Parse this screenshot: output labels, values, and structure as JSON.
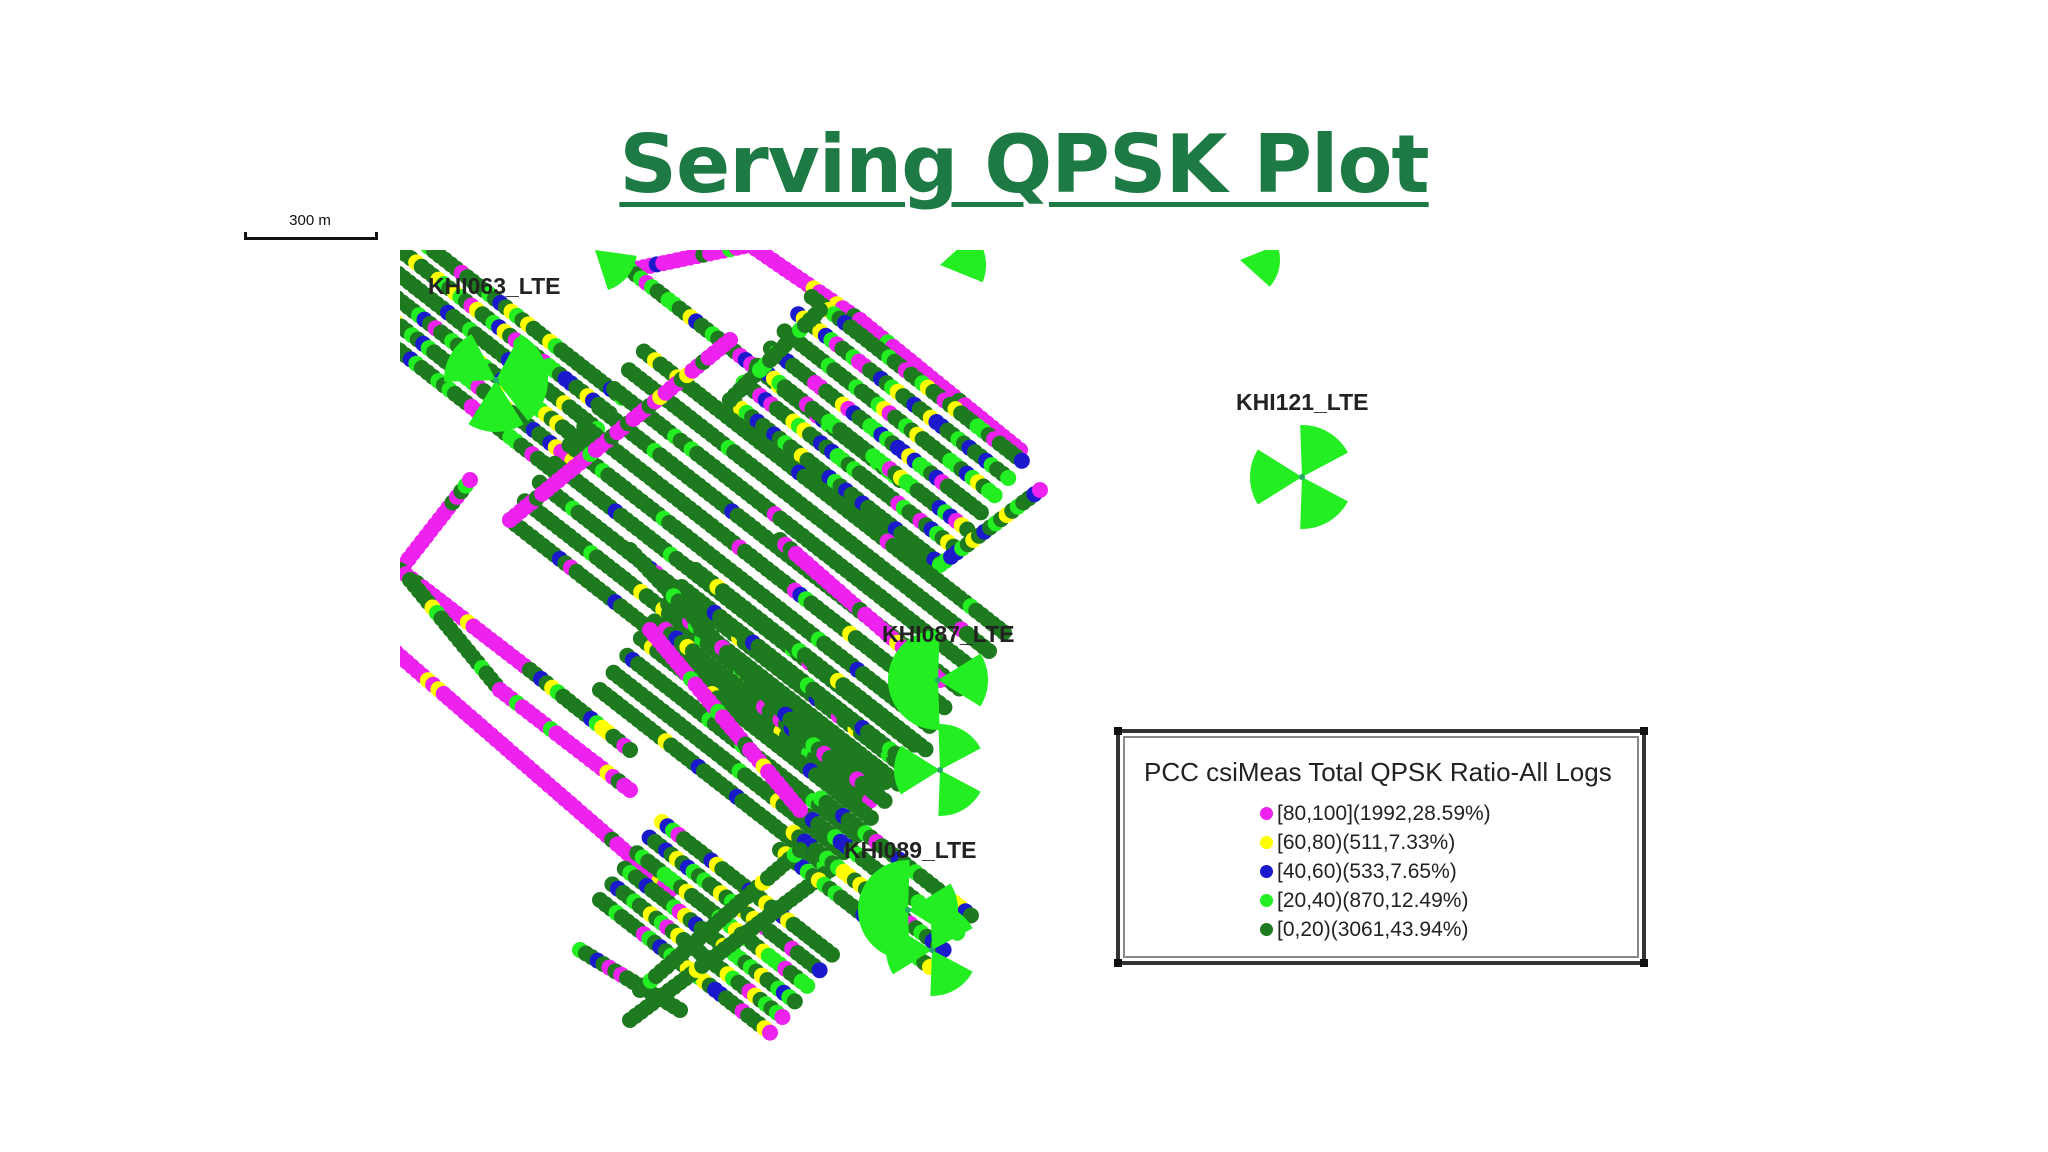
{
  "title": "Serving QPSK Plot",
  "scale_bar": {
    "label": "300 m"
  },
  "sites": [
    {
      "id": "KHI063_LTE",
      "label": "KHI063_LTE"
    },
    {
      "id": "KHI121_LTE",
      "label": "KHI121_LTE"
    },
    {
      "id": "KHI087_LTE",
      "label": "KHI087_LTE"
    },
    {
      "id": "KHI089_LTE",
      "label": "KHI089_LTE"
    }
  ],
  "legend": {
    "title": "PCC csiMeas Total QPSK Ratio-All Logs",
    "items": [
      {
        "label": "[80,100](1992,28.59%)",
        "color": "#ee22ee"
      },
      {
        "label": "[60,80)(511,7.33%)",
        "color": "#ffff00"
      },
      {
        "label": "[40,60)(533,7.65%)",
        "color": "#1a1acc"
      },
      {
        "label": "[20,40)(870,12.49%)",
        "color": "#22ee22"
      },
      {
        "label": "[0,20)(3061,43.94%)",
        "color": "#1e7a1e"
      }
    ]
  }
}
